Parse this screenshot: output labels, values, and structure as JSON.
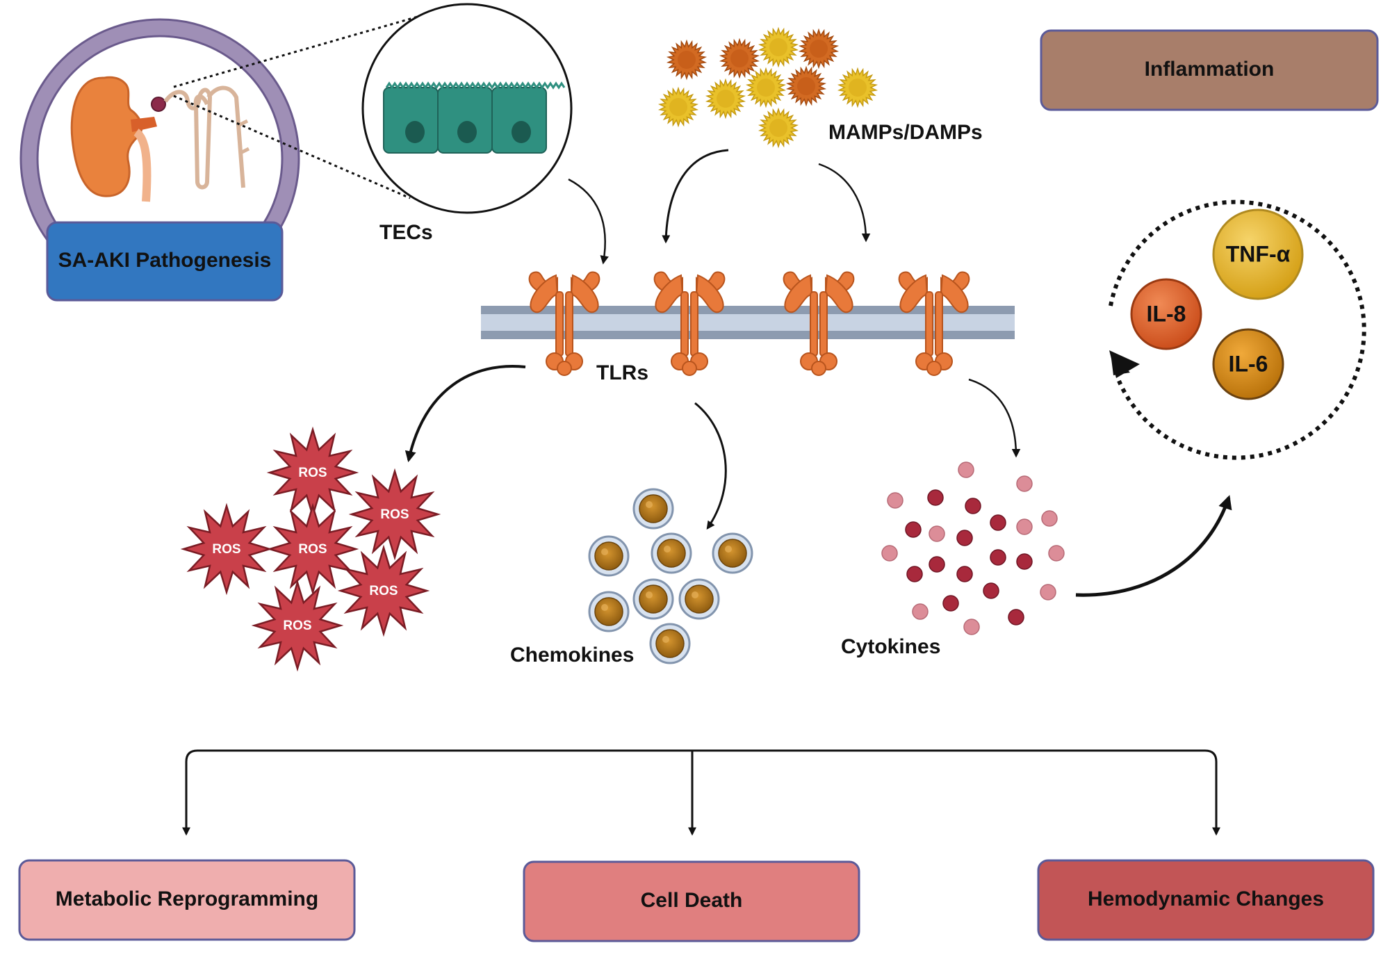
{
  "colors": {
    "pathogenesis_box": "#3277c0",
    "inflammation_box": "#a87e6a",
    "metabolic_box": "#efaeae",
    "cell_death_box": "#e07f7f",
    "hemodynamic_box": "#c25556",
    "tec_cells": "#2f9080",
    "tlr_receptor": "#e8793a",
    "membrane": "#bcc7d6",
    "ros_star": "#c9404a",
    "chemokine": "#b37a1f",
    "cytokine_dark": "#a8293c",
    "cytokine_light": "#dc8d98",
    "tnf_alpha": "#e7b52a",
    "il8": "#de5a26",
    "il6": "#d78a12",
    "box_border": "#5b5a98"
  },
  "labels": {
    "pathogenesis": "SA-AKI Pathogenesis",
    "tecs": "TECs",
    "mamps_damps": "MAMPs/DAMPs",
    "tlrs": "TLRs",
    "inflammation": "Inflammation",
    "ros": "ROS",
    "chemokines": "Chemokines",
    "cytokines": "Cytokines",
    "tnf_alpha": "TNF-α",
    "il8": "IL-8",
    "il6": "IL-6"
  },
  "outcomes": {
    "metabolic": "Metabolic Reprogramming",
    "cell_death": "Cell Death",
    "hemodynamic": "Hemodynamic Changes"
  }
}
